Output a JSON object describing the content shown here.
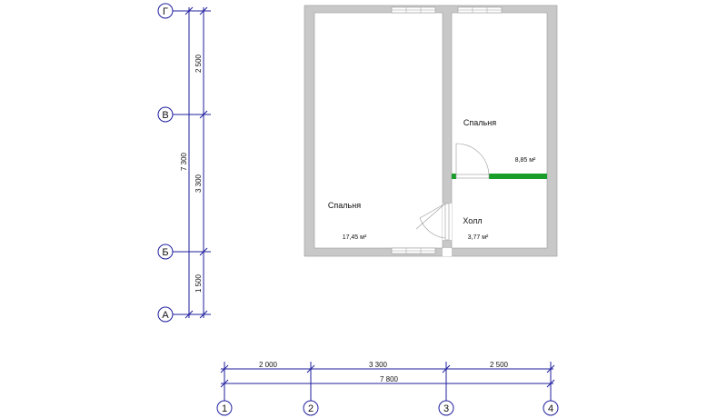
{
  "axes": {
    "rows": [
      "Г",
      "В",
      "Б",
      "А"
    ],
    "cols": [
      "1",
      "2",
      "3",
      "4"
    ]
  },
  "dims_vertical": {
    "seg1": "2 500",
    "seg2": "3 300",
    "seg3": "1 500",
    "total": "7 300"
  },
  "dims_horizontal": {
    "seg1": "2 000",
    "seg2": "3 300",
    "seg3": "2 500",
    "total": "7 800"
  },
  "rooms": [
    {
      "name": "Спальня",
      "area": "17,45 м²"
    },
    {
      "name": "Спальня",
      "area": "8,85 м²"
    },
    {
      "name": "Холл",
      "area": "3,77 м²"
    }
  ],
  "colors": {
    "dimension": "#1f1f9e",
    "wall": "#c8c8c8",
    "partition": "#1a9e2a"
  }
}
